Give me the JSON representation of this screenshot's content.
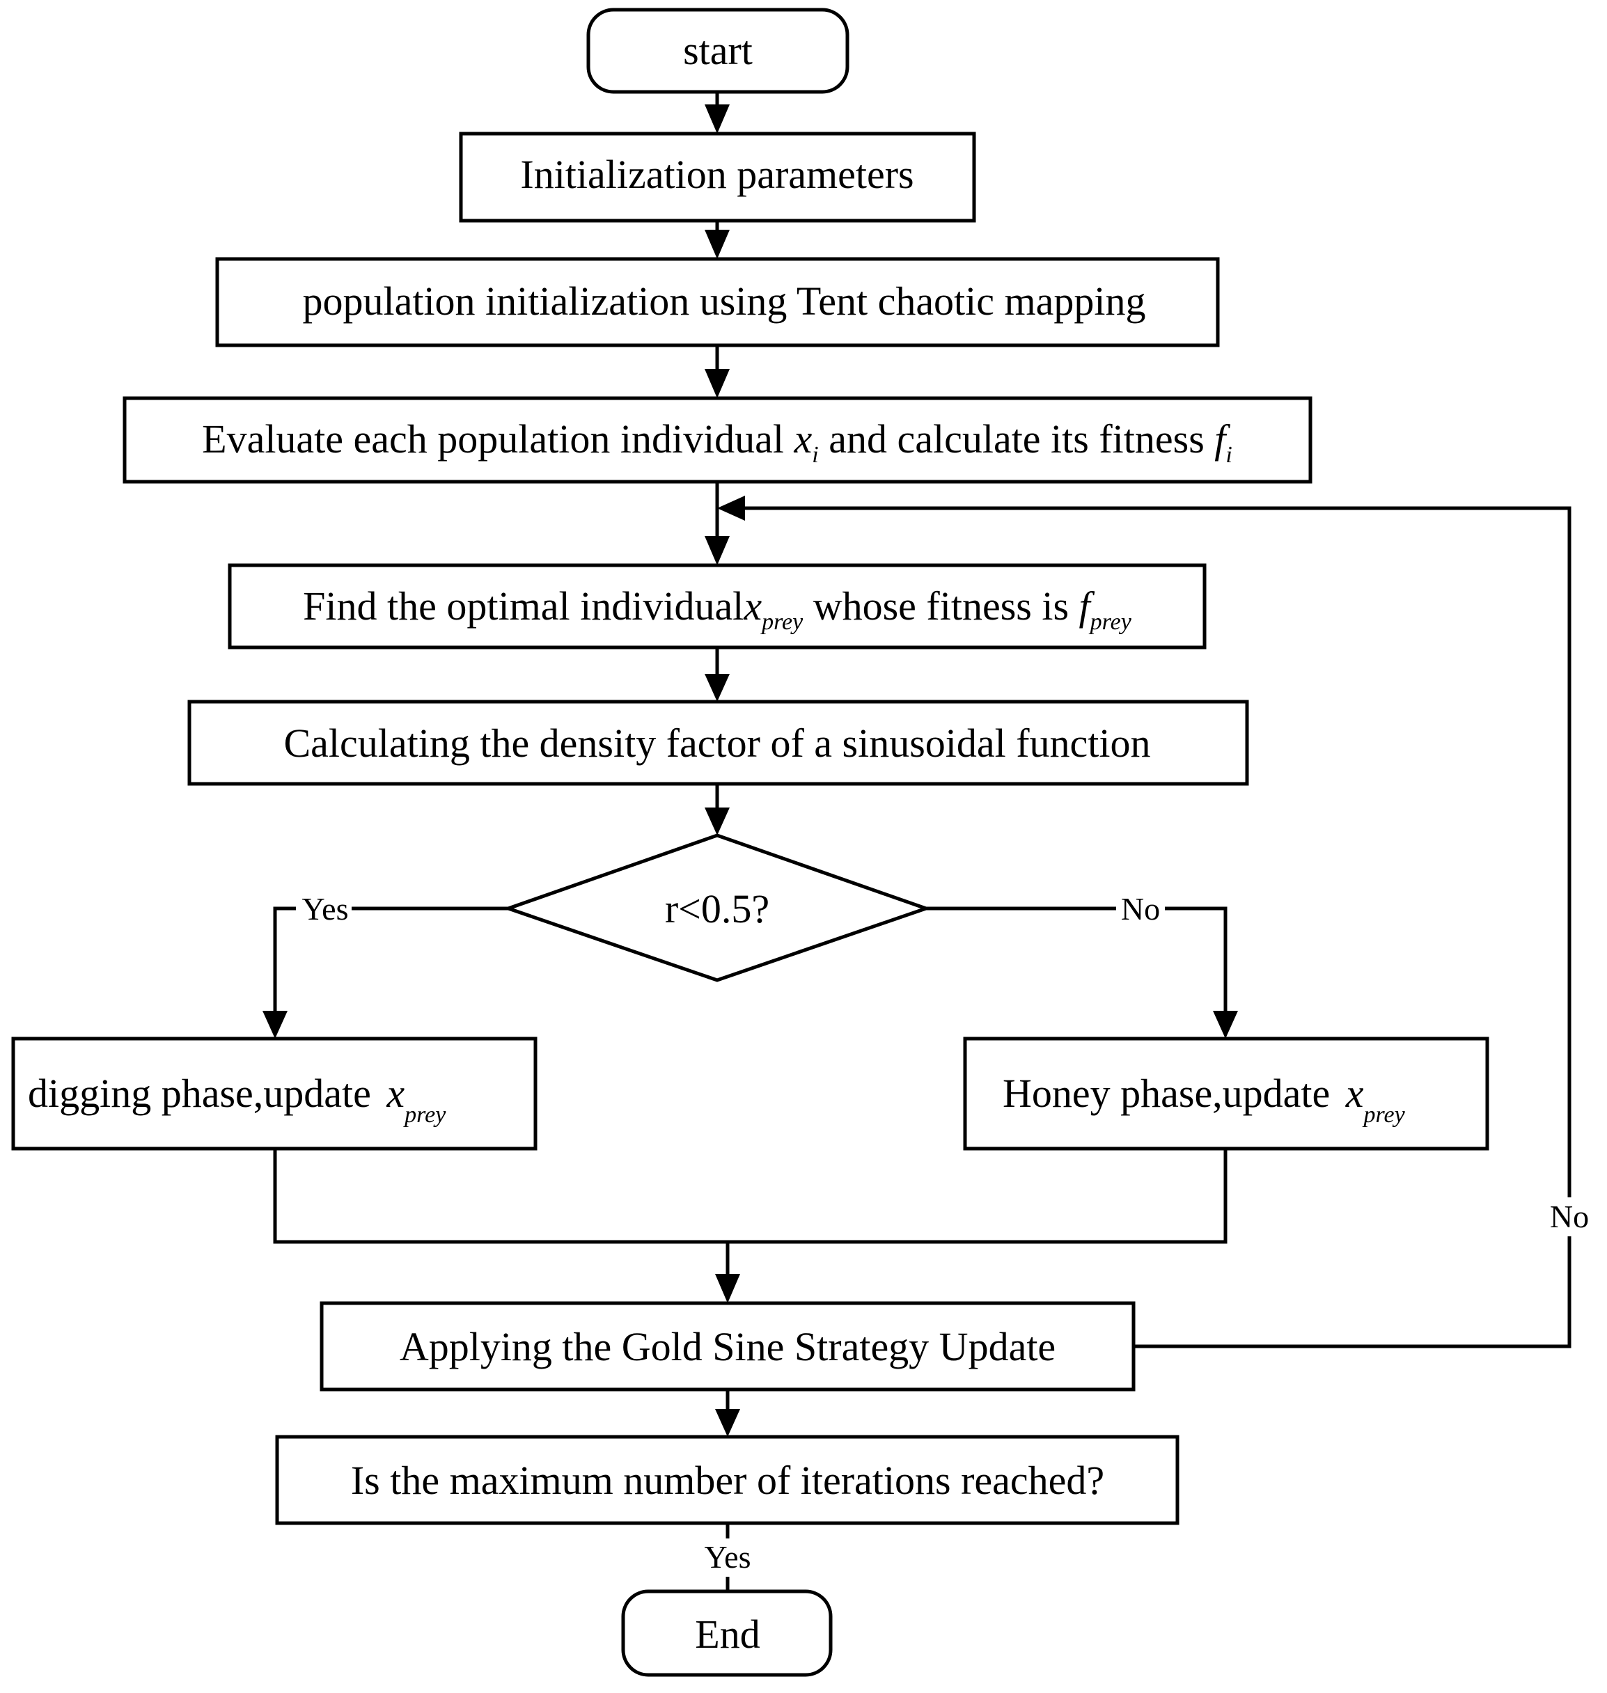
{
  "nodes": {
    "start": "start",
    "init_params": "Initialization parameters",
    "pop_init": "population initialization using Tent chaotic mapping",
    "evaluate": {
      "pre": "Evaluate each population individual ",
      "var1": "x",
      "sub1": "i",
      "mid": " and calculate its fitness ",
      "var2": "f",
      "sub2": "i"
    },
    "find_optimal": {
      "pre": "Find the optimal individual",
      "var1": "x",
      "sub1": "prey",
      "mid": " whose fitness is ",
      "var2": "f",
      "sub2": "prey"
    },
    "density": "Calculating the density factor of a sinusoidal function",
    "decision": "r<0.5?",
    "digging": {
      "pre": "digging phase,update ",
      "var": "x",
      "sub": "prey"
    },
    "honey": {
      "pre": "Honey phase,update ",
      "var": "x",
      "sub": "prey"
    },
    "gold_sine": "Applying the Gold Sine Strategy Update",
    "max_iter": "Is the maximum number of iterations reached?",
    "end": "End"
  },
  "edge_labels": {
    "decision_yes": "Yes",
    "decision_no": "No",
    "loop_no": "No",
    "max_yes": "Yes"
  }
}
